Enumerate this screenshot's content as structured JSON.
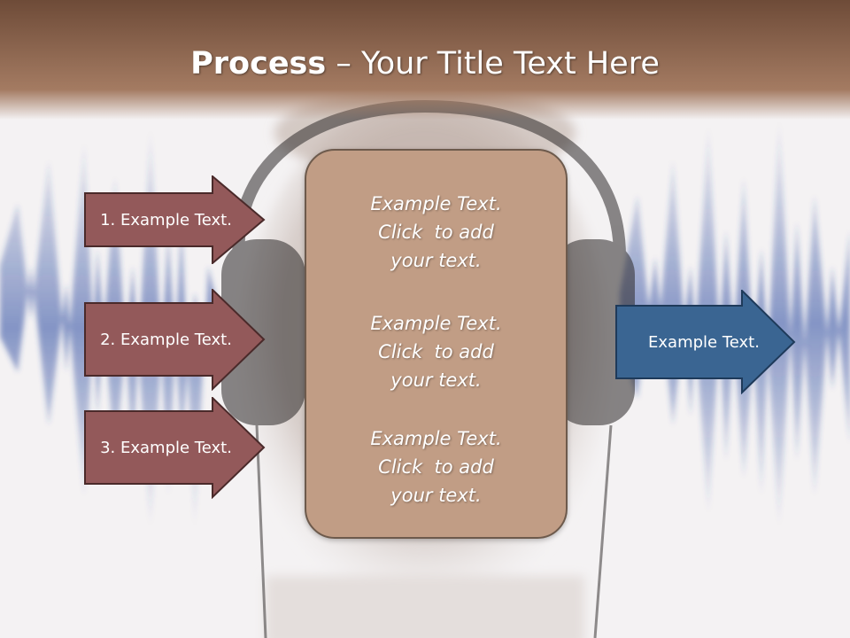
{
  "title": {
    "bold": "Process",
    "rest": " – Your Title Text Here"
  },
  "left_steps": [
    {
      "label": "1. Example Text."
    },
    {
      "label": "2. Example Text."
    },
    {
      "label": "3. Example Text."
    }
  ],
  "center_blocks": [
    {
      "lines": [
        "Example Text.",
        "Click  to add",
        "your text."
      ]
    },
    {
      "lines": [
        "Example Text.",
        "Click  to add",
        "your text."
      ]
    },
    {
      "lines": [
        "Example Text.",
        "Click  to add",
        "your text."
      ]
    }
  ],
  "output": {
    "label": "Example Text."
  },
  "colors": {
    "header": "#8e6650",
    "step_fill": "#93595a",
    "step_border": "#4a2a2a",
    "center_fill": "#c19d85",
    "output_fill": "#3a6592",
    "output_border": "#1e3a5a",
    "waveform": "#2b4aa0"
  }
}
